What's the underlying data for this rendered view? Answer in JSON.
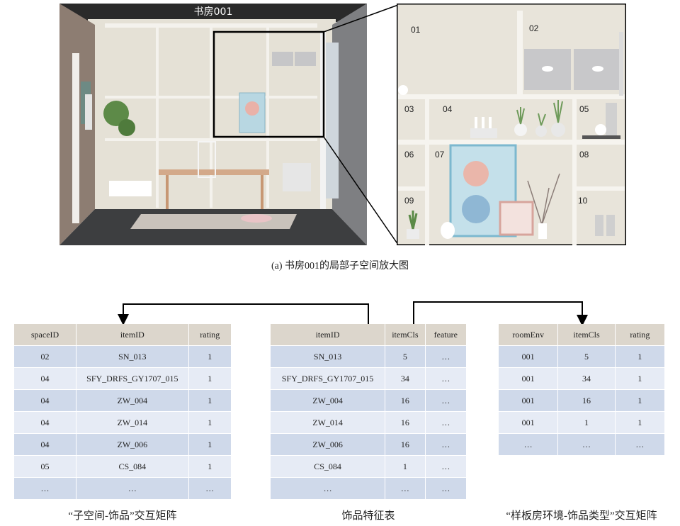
{
  "room": {
    "title": "书房001",
    "zone_labels": [
      "01",
      "02",
      "03",
      "04",
      "05",
      "06",
      "07",
      "08",
      "09",
      "10"
    ]
  },
  "caption_a": "(a) 书房001的局部子空间放大图",
  "tables": [
    {
      "caption": "“子空间-饰品”交互矩阵",
      "headers": [
        "spaceID",
        "itemID",
        "rating"
      ],
      "rows": [
        [
          "02",
          "SN_013",
          "1"
        ],
        [
          "04",
          "SFY_DRFS_GY1707_015",
          "1"
        ],
        [
          "04",
          "ZW_004",
          "1"
        ],
        [
          "04",
          "ZW_014",
          "1"
        ],
        [
          "04",
          "ZW_006",
          "1"
        ],
        [
          "05",
          "CS_084",
          "1"
        ],
        [
          "…",
          "…",
          "…"
        ]
      ]
    },
    {
      "caption": "饰品特征表",
      "headers": [
        "itemID",
        "itemCls",
        "feature"
      ],
      "rows": [
        [
          "SN_013",
          "5",
          "…"
        ],
        [
          "SFY_DRFS_GY1707_015",
          "34",
          "…"
        ],
        [
          "ZW_004",
          "16",
          "…"
        ],
        [
          "ZW_014",
          "16",
          "…"
        ],
        [
          "ZW_006",
          "16",
          "…"
        ],
        [
          "CS_084",
          "1",
          "…"
        ],
        [
          "…",
          "…",
          "…"
        ]
      ]
    },
    {
      "caption": "“样板房环境-饰品类型”交互矩阵",
      "headers": [
        "roomEnv",
        "itemCls",
        "rating"
      ],
      "rows": [
        [
          "001",
          "5",
          "1"
        ],
        [
          "001",
          "34",
          "1"
        ],
        [
          "001",
          "16",
          "1"
        ],
        [
          "001",
          "1",
          "1"
        ],
        [
          "…",
          "…",
          "…"
        ]
      ]
    }
  ],
  "colors": {
    "header_bg": "#dcd6cc",
    "row_dark": "#cfd9ea",
    "row_light": "#e6ebf5",
    "arrow": "#000000"
  }
}
